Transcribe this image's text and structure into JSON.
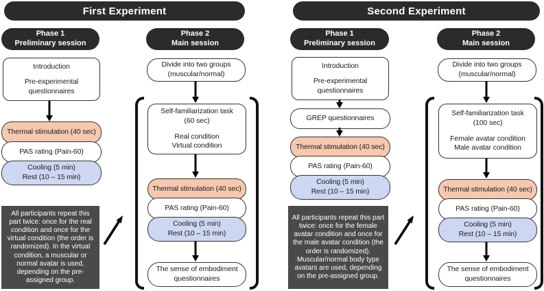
{
  "colors": {
    "header_dark": "#2b2b2b",
    "note_gray": "#4a4a4a",
    "thermal_salmon": "#f5c8af",
    "cooling_blue": "#cdd7f1",
    "box_border": "#333333"
  },
  "experiment1": {
    "title": "First Experiment",
    "phase1": {
      "line1": "Phase 1",
      "line2": "Preliminary session"
    },
    "phase2": {
      "line1": "Phase 2",
      "line2": "Main session"
    },
    "prelim": {
      "intro_title": "Introduction",
      "intro_sub1": "Pre-experimental",
      "intro_sub2": "questionnaires",
      "thermal": "Thermal stimulation (40 sec)",
      "pas": "PAS rating (Pain-60)",
      "cooling1": "Cooling (5 min)",
      "cooling2": "Rest (10 – 15 min)",
      "note": "All participants repeat this part twice: once for the real condition and once for the virtual condition (the order is randomized).  In the virtual condition, a muscular or normal avatar is used, depending on the pre-assigned group."
    },
    "main": {
      "divide1": "Divide into two groups",
      "divide2": "(muscular/normal)",
      "selffam1": "Self-familiarization task",
      "selffam2": "(60 sec)",
      "selffam3": "Real condition",
      "selffam4": "Virtual condition",
      "thermal": "Thermal stimulation (40 sec)",
      "pas": "PAS rating (Pain-60)",
      "cooling1": "Cooling (5 min)",
      "cooling2": "Rest (10 – 15 min)",
      "embodiment1": "The sense of embodiment",
      "embodiment2": "questionnaires"
    }
  },
  "experiment2": {
    "title": "Second Experiment",
    "phase1": {
      "line1": "Phase 1",
      "line2": "Preliminary session"
    },
    "phase2": {
      "line1": "Phase 2",
      "line2": "Main session"
    },
    "prelim": {
      "intro_title": "Introduction",
      "intro_sub1": "Pre-experimental",
      "intro_sub2": "questionnaires",
      "grep": "GREP questionnaires",
      "thermal": "Thermal stimulation (40 sec)",
      "pas": "PAS rating (Pain-60)",
      "cooling1": "Cooling (5 min)",
      "cooling2": "Rest (10 – 15 min)",
      "note": "All participants repeat this part twice: once for the female avatar condition and once for the male avatar condition (the order is randomized). Muscular/normal body type avatars are used, depending on the pre-assigned group."
    },
    "main": {
      "divide1": "Divide into two groups",
      "divide2": "(muscular/normal)",
      "selffam1": "Self-familiarization task",
      "selffam2": "(100 sec)",
      "selffam3": "Female avatar condition",
      "selffam4": "Male avatar condition",
      "thermal": "Thermal stimulation (40 sec)",
      "pas": "PAS rating (Pain-60)",
      "cooling1": "Cooling (5 min)",
      "cooling2": "Rest (10 – 15 min)",
      "embodiment1": "The sense of embodiment",
      "embodiment2": "questionnaires"
    }
  }
}
